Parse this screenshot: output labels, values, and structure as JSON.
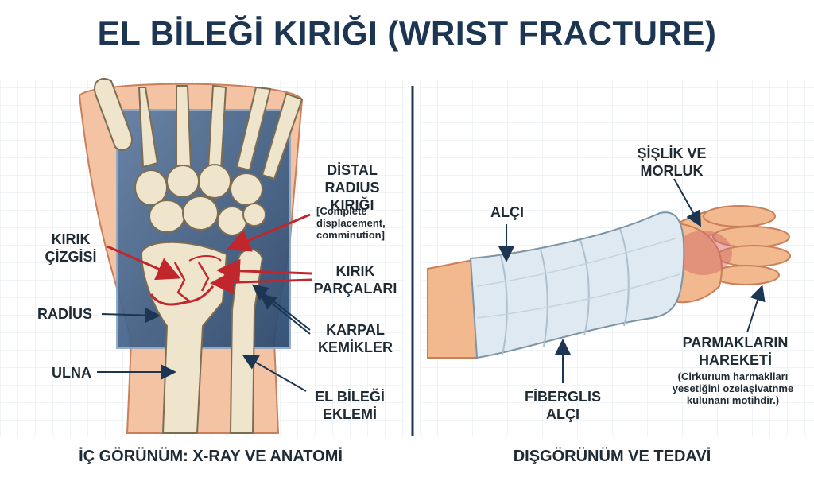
{
  "title": "EL BİLEĞİ KIRIĞI (WRIST FRACTURE)",
  "left": {
    "caption": "İÇ GÖRÜNÜM: X-RAY VE ANATOMİ",
    "labels": {
      "distal": "DİSTAL\nRADIUS KIRIĞI",
      "distal_note": "[Complete\ndisplacement,\ncomminution]",
      "kirik_cizgisi": "KIRIK\nÇİZGİSİ",
      "kirik_parcalari": "KIRIK\nPARÇALARI",
      "radius": "RADİUS",
      "karpal": "KARPAL\nKEMİKLER",
      "ulna": "ULNA",
      "eklem": "EL BİLEĞİ\nEKLEMİ"
    }
  },
  "right": {
    "caption": "DIŞGÖRÜNÜM VE TEDAVİ",
    "labels": {
      "alci": "ALÇI",
      "sislik": "ŞİŞLİK VE\nMORLUK",
      "parmak": "PARMAKLARIN\nHAREKETİ",
      "parmak_note": "(Cirkurıum harmaklları\nyesetiğini ozelaşivatnme\nkulunanı motihdir.)",
      "fiberglas": "FİBERGLIS\nALÇI"
    }
  },
  "colors": {
    "title": "#1b3552",
    "arrow_dark": "#1b3552",
    "arrow_red": "#c0262b",
    "xray_bg": "#34567e",
    "cast": "#dfe9f1",
    "skin": "#f1b98d"
  }
}
